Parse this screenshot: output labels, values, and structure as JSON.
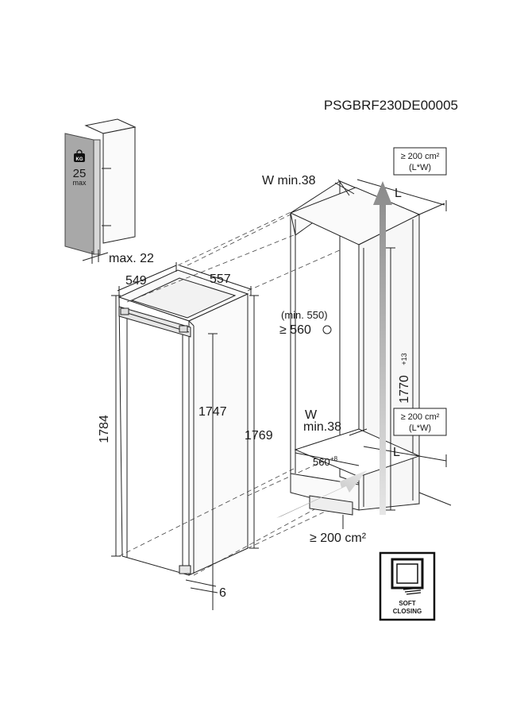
{
  "header": {
    "code": "PSGBRF230DE00005"
  },
  "door_hinge": {
    "weight": "25",
    "weight_unit": "max",
    "gap": "max. 22"
  },
  "appliance": {
    "depth": "549",
    "width": "557",
    "height_total": "1784",
    "height_body": "1747",
    "height_side": "1769",
    "foot": "6"
  },
  "niche": {
    "top_vent_area": "≥ 200 cm²",
    "top_vent_formula": "(L*W)",
    "top_vent_width": "W min.38",
    "top_vent_l": "L",
    "min_depth_alt": "(min. 550)",
    "min_depth": "≥ 560",
    "height": "1770",
    "height_tol": "+13",
    "bottom_vent_area": "≥ 200 cm²",
    "bottom_vent_formula": "(L*W)",
    "bottom_vent_w": "W",
    "bottom_vent_width": "min.38",
    "bottom_vent_l": "L",
    "width": "560",
    "width_tol": "+8",
    "plinth_vent": "≥ 200 cm²"
  },
  "badge": {
    "line1": "SOFT",
    "line2": "CLOSING"
  }
}
